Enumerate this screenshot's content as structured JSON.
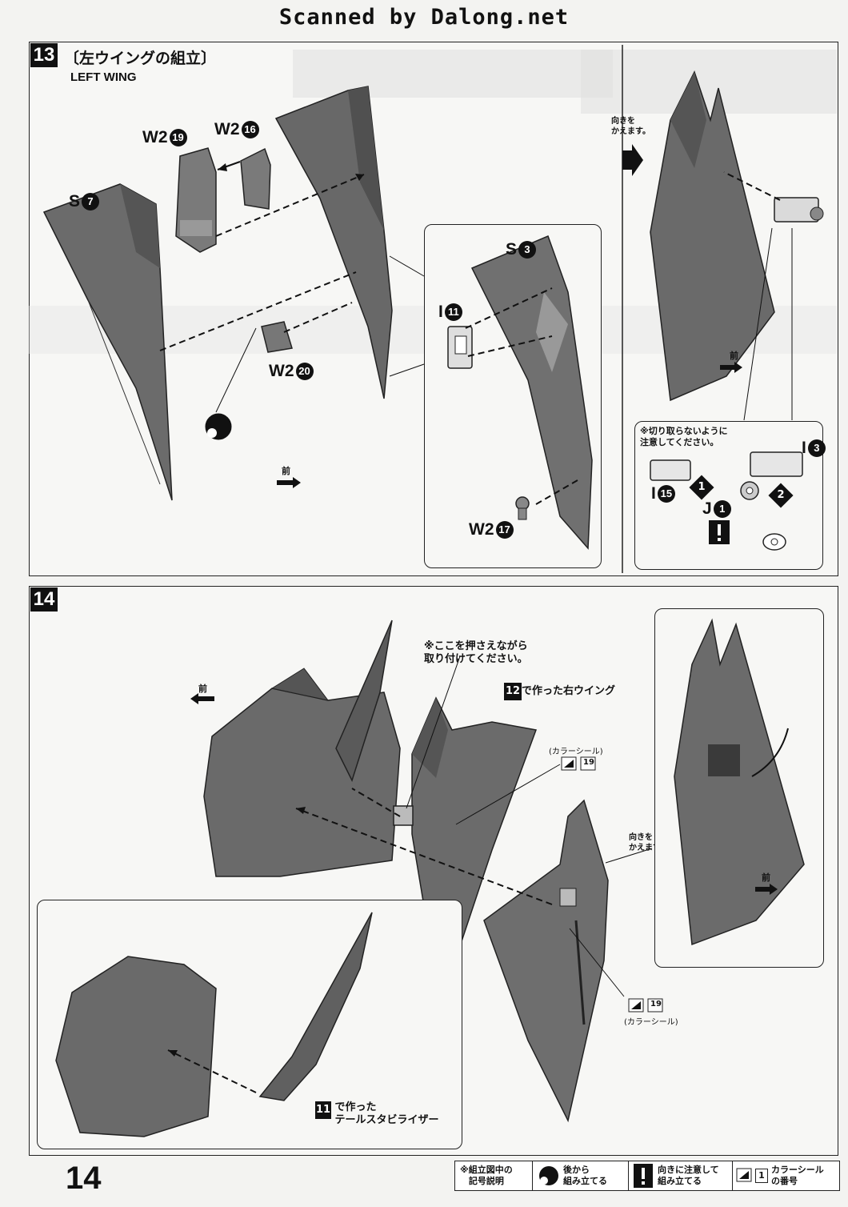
{
  "header": {
    "scan_credit": "Scanned by Dalong.net"
  },
  "step13": {
    "number": "13",
    "title": "〔左ウイングの組立〕",
    "subtitle": "LEFT WING",
    "parts": {
      "s7": {
        "letter": "S",
        "num": "7"
      },
      "w2_19": {
        "letter": "W2",
        "num": "19"
      },
      "w2_16": {
        "letter": "W2",
        "num": "16"
      },
      "w2_20": {
        "letter": "W2",
        "num": "20"
      },
      "s3": {
        "letter": "S",
        "num": "3"
      },
      "i11": {
        "letter": "I",
        "num": "11"
      },
      "w2_17": {
        "letter": "W2",
        "num": "17"
      },
      "i3": {
        "letter": "I",
        "num": "3"
      },
      "i15": {
        "letter": "I",
        "num": "15"
      },
      "j1": {
        "letter": "J",
        "num": "1"
      }
    },
    "front_label": "前",
    "rotate_note": "向きを\nかえます。",
    "front_label_right": "前",
    "caution_note": "※切り取らないように\n注意してください。",
    "step_markers": [
      "1",
      "2"
    ]
  },
  "step14": {
    "number": "14",
    "front_label": "前",
    "press_note": "※ここを押さえながら\n取り付けてください。",
    "right_wing_ref": {
      "num": "12",
      "text": "で作った右ウイング"
    },
    "sticker_label": "(カラーシール)",
    "sticker_num": "19",
    "rotate_note": "向きを\nかえます。",
    "front_label_right": "前",
    "stabilizer_ref": {
      "num": "11",
      "text": "で作った\nテールスタビライザー"
    }
  },
  "footer": {
    "page_number": "14",
    "legend_title": "※組立図中の\n記号説明",
    "legend_items": [
      {
        "icon": "rear-assembly-icon",
        "text": "後から\n組み立てる"
      },
      {
        "icon": "caution-icon",
        "text": "向きに注意して\n組み立てる"
      },
      {
        "icon": "sticker-icon",
        "num": "1",
        "text": "カラーシール\nの番号"
      }
    ]
  }
}
